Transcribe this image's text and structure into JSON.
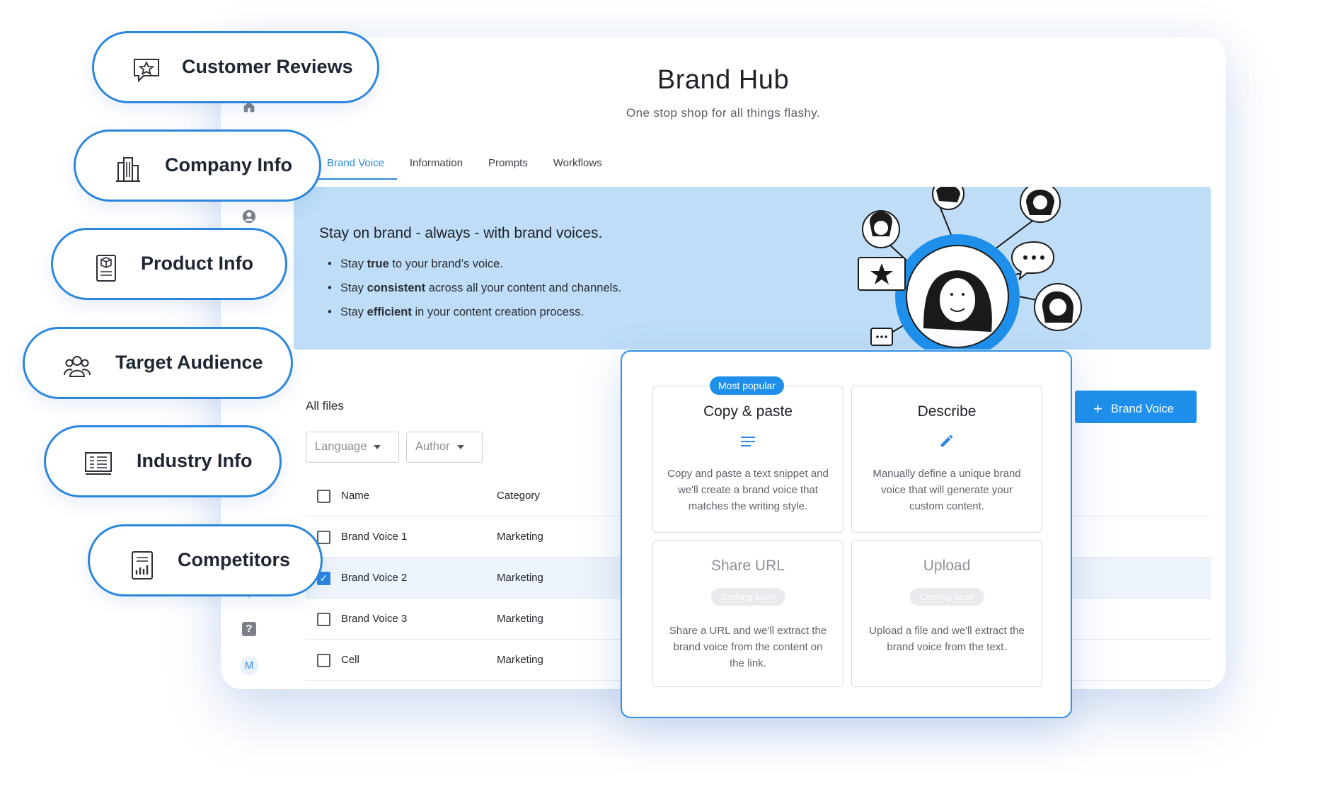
{
  "app": {
    "title": "Brand Hub",
    "subtitle": "One stop shop for all things flashy."
  },
  "rail": {
    "avatar_letter": "M",
    "help_glyph": "?"
  },
  "tabs": [
    {
      "label": "Brand Voice",
      "active": true
    },
    {
      "label": "Information"
    },
    {
      "label": "Prompts"
    },
    {
      "label": "Workflows"
    }
  ],
  "banner": {
    "heading": "Stay on brand - always - with brand voices.",
    "bullets": [
      {
        "pre": "Stay ",
        "bold": "true",
        "post": " to your brand’s voice."
      },
      {
        "pre": "Stay ",
        "bold": "consistent",
        "post": " across all your content and channels."
      },
      {
        "pre": "Stay ",
        "bold": "efficient",
        "post": " in your content creation process."
      }
    ]
  },
  "files": {
    "heading": "All files",
    "filters": {
      "language": "Language",
      "author": "Author"
    },
    "columns": {
      "name": "Name",
      "category": "Category"
    },
    "rows": [
      {
        "name": "Brand Voice 1",
        "category": "Marketing",
        "checked": false
      },
      {
        "name": "Brand Voice 2",
        "category": "Marketing",
        "checked": true
      },
      {
        "name": "Brand Voice 3",
        "category": "Marketing",
        "checked": false
      },
      {
        "name": "Cell",
        "category": "Marketing",
        "checked": false
      }
    ],
    "add_button": "Brand Voice",
    "checkmark": "✓"
  },
  "modal": {
    "badge": "Most popular",
    "coming_soon": "Coming soon",
    "options": [
      {
        "title": "Copy & paste",
        "desc": "Copy and paste a text snippet and we'll create a brand voice that matches the writing style.",
        "icon": "lines-icon"
      },
      {
        "title": "Describe",
        "desc": "Manually define a unique brand voice that will generate your custom content.",
        "icon": "pencil-icon"
      },
      {
        "title": "Share URL",
        "desc": "Share a URL and we'll extract the brand voice from the content on the link."
      },
      {
        "title": "Upload",
        "desc": "Upload a file and we'll extract the brand voice from the text."
      }
    ]
  },
  "pills": [
    {
      "label": "Customer Reviews",
      "icon": "review-star-icon"
    },
    {
      "label": "Company Info",
      "icon": "building-icon"
    },
    {
      "label": "Product Info",
      "icon": "product-box-icon"
    },
    {
      "label": "Target Audience",
      "icon": "people-icon"
    },
    {
      "label": "Industry Info",
      "icon": "industry-board-icon"
    },
    {
      "label": "Competitors",
      "icon": "competitors-report-icon"
    }
  ],
  "colors": {
    "accent": "#2b86de",
    "button": "#1e8fea",
    "banner": "#bfddf7"
  }
}
